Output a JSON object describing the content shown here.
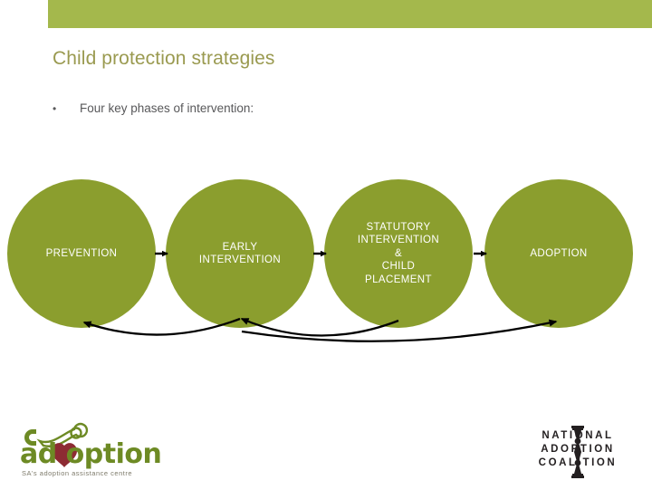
{
  "slide": {
    "title": "Child protection strategies",
    "bullet_mark": "•",
    "bullet_text": "Four key phases of intervention:",
    "header_band_color": "#a4b84c",
    "title_color": "#9a9a50",
    "circle_color": "#8b9e2e",
    "text_color": "#58585a"
  },
  "diagram": {
    "type": "cycle-flow",
    "phases": [
      {
        "id": "prevention",
        "label": "PREVENTION"
      },
      {
        "id": "early-intervention",
        "label": "EARLY\nINTERVENTION"
      },
      {
        "id": "statutory-intervention",
        "label": "STATUTORY\nINTERVENTION\n&\nCHILD\nPLACEMENT"
      },
      {
        "id": "adoption",
        "label": "ADOPTION"
      }
    ],
    "forward_arrow_count": 3,
    "return_arrow_count": 3
  },
  "footer": {
    "logo_left": {
      "name": "ad+option",
      "wordmark": "ad option",
      "tagline": "SA's adoption assistance centre"
    },
    "logo_right": {
      "name": "national-adoption-coalition",
      "lines": [
        "NATIONAL",
        "ADOPTION",
        "COALITION"
      ]
    }
  }
}
